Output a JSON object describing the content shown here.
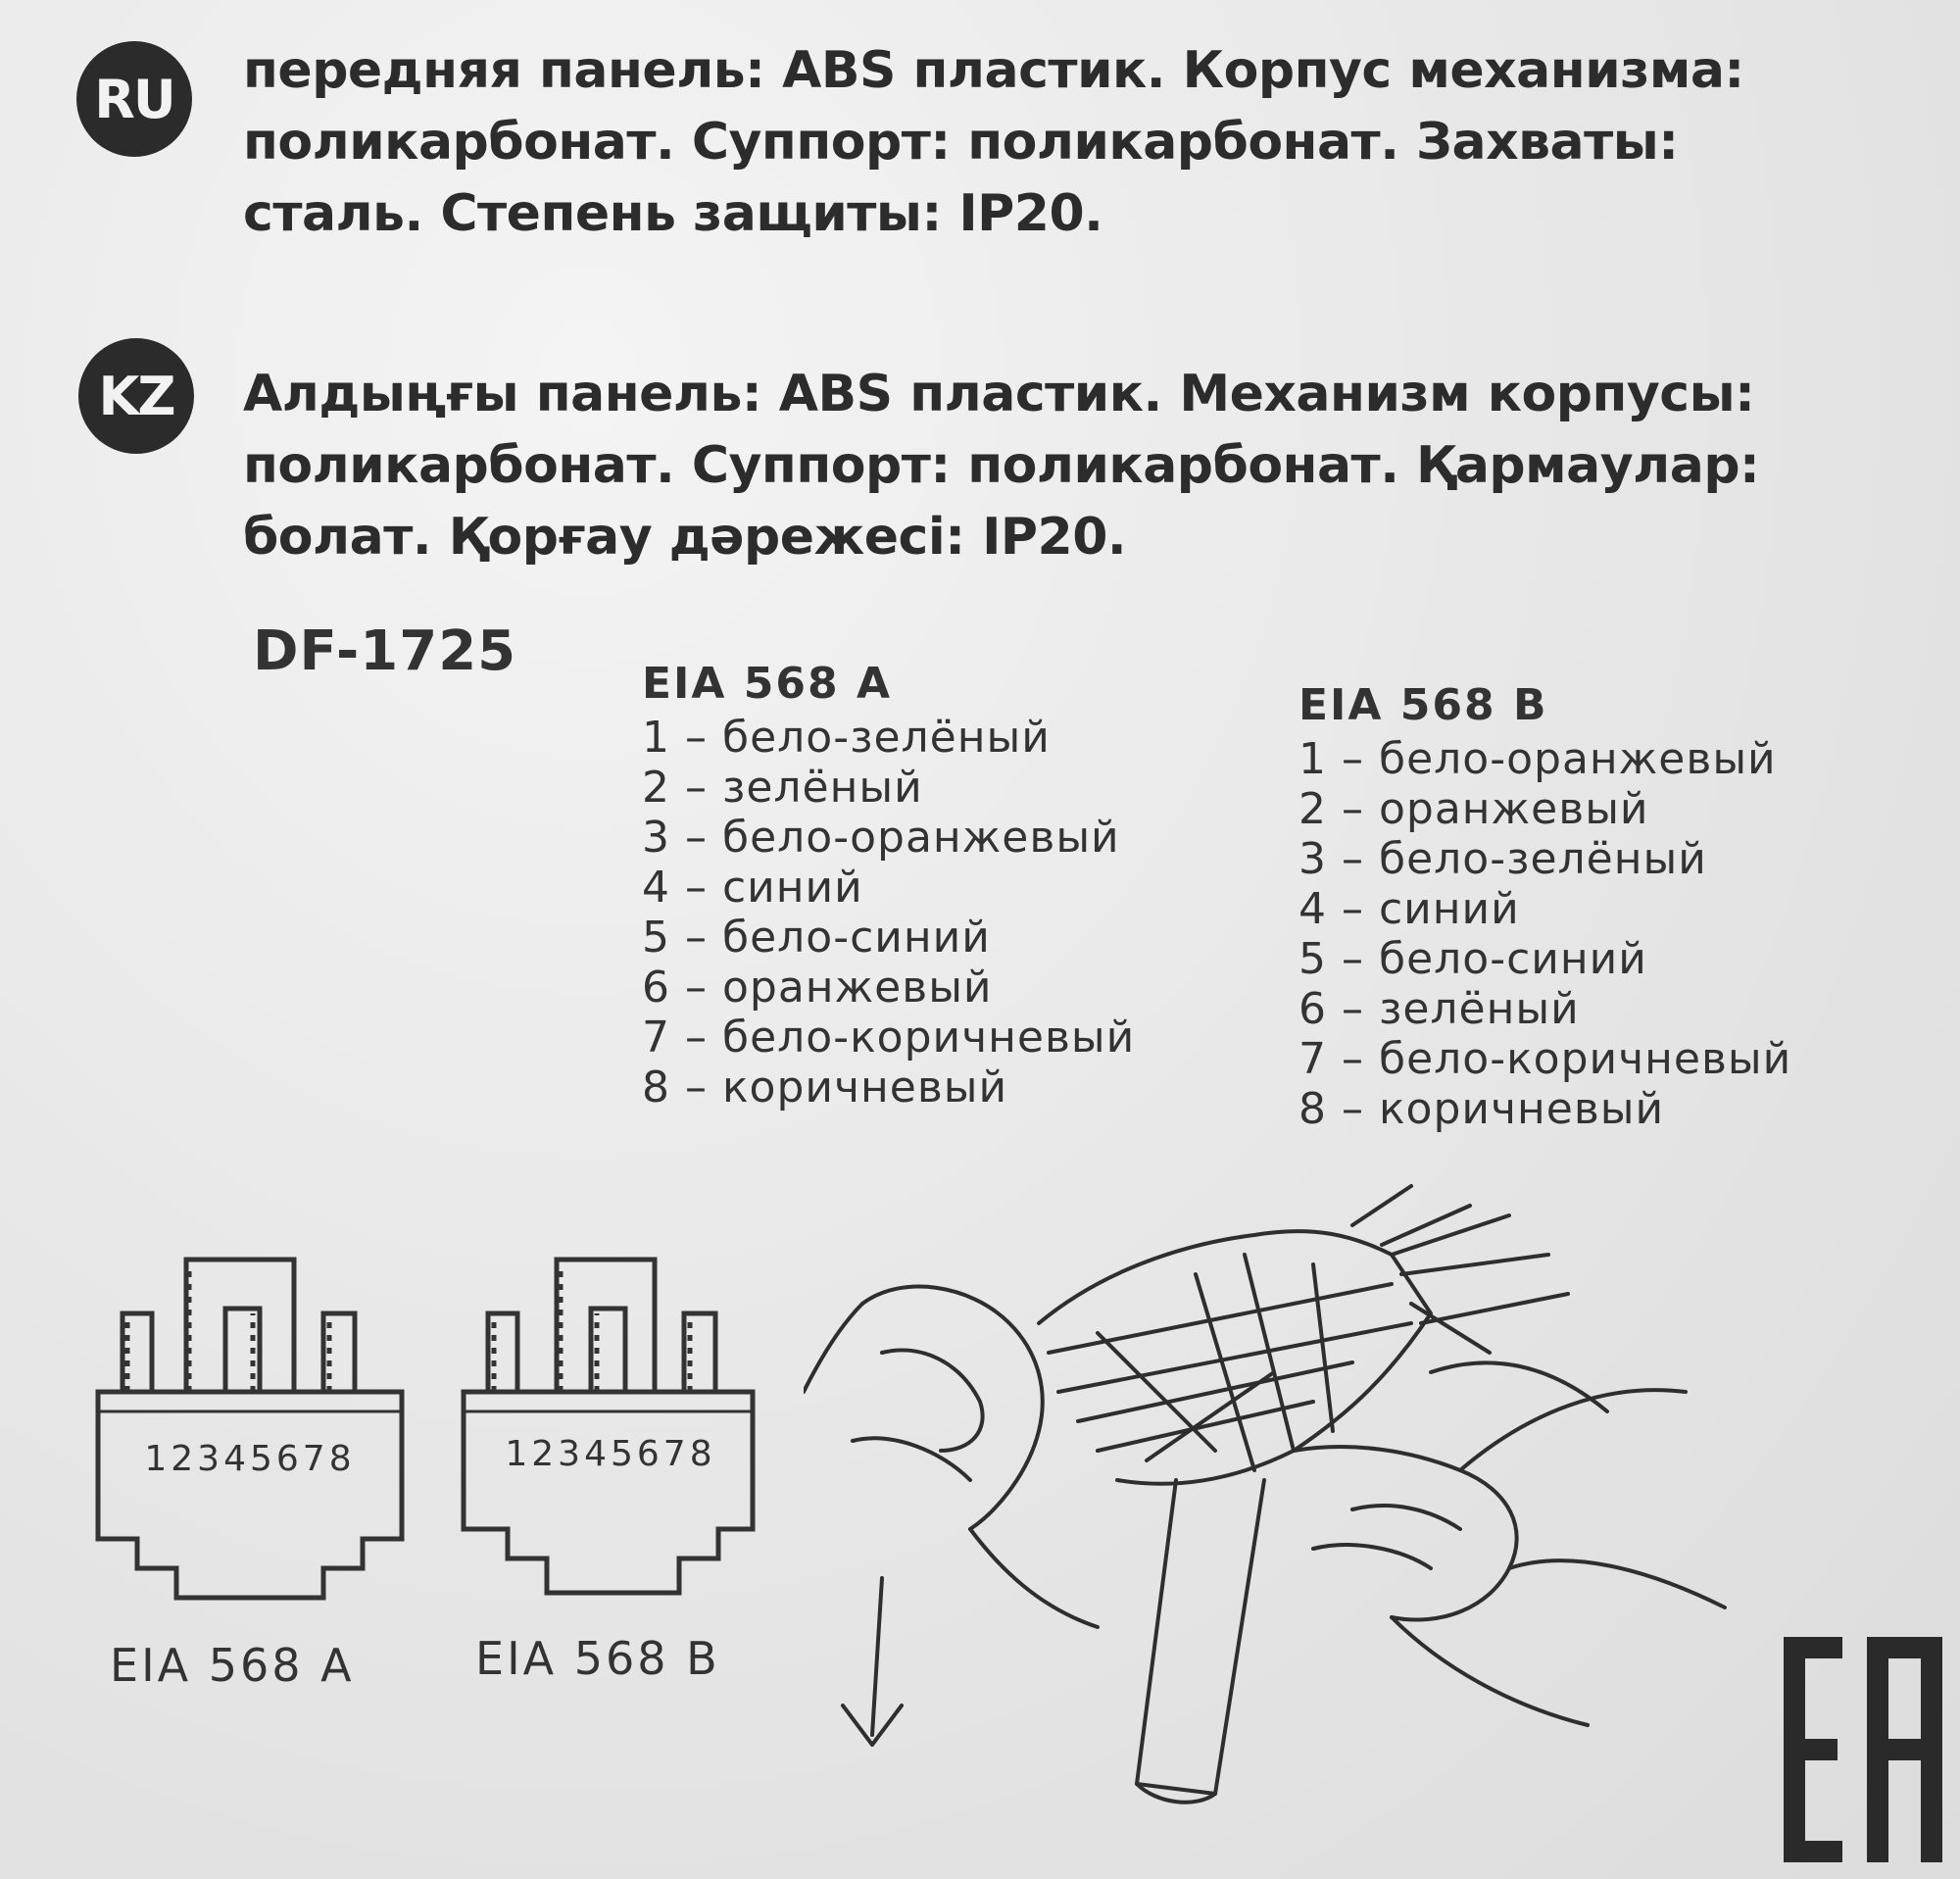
{
  "ru": {
    "badge": "RU",
    "lines": [
      "передняя панель: ABS пластик. Корпус механизма:",
      "поликарбонат. Суппорт: поликарбонат. Захваты:",
      "сталь. Степень защиты: IP20."
    ]
  },
  "kz": {
    "badge": "KZ",
    "lines": [
      "Алдыңғы панель: ABS пластик. Механизм корпусы:",
      "поликарбонат. Суппорт: поликарбонат. Қармаулар:",
      "болат. Қорғау дәрежесі: IP20."
    ]
  },
  "model": "DF-1725",
  "standard_a": {
    "title": "EIA 568 A",
    "pins": [
      "1 – бело-зелёный",
      "2 – зелёный",
      "3 – бело-оранжевый",
      "4 – синий",
      "5 – бело-синий",
      "6 – оранжевый",
      "7 – бело-коричневый",
      "8 – коричневый"
    ]
  },
  "standard_b": {
    "title": "EIA 568 B",
    "pins": [
      "1 – бело-оранжевый",
      "2 – оранжевый",
      "3 – бело-зелёный",
      "4 – синий",
      "5 – бело-синий",
      "6 – зелёный",
      "7 – бело-коричневый",
      "8 – коричневый"
    ]
  },
  "jack_a": {
    "numbers": "12345678",
    "label": "EIA 568 A"
  },
  "jack_b": {
    "numbers": "12345678",
    "label": "EIA 568 B"
  },
  "certification_mark": "EAC",
  "colors": {
    "text": "#2c2c2c",
    "badge_bg": "#2b2b2b",
    "background": "#e9e9e9"
  }
}
